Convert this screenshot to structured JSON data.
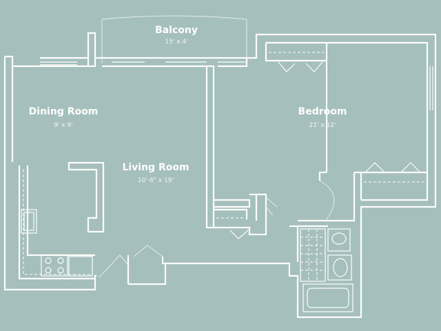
{
  "rooms": {
    "balcony": {
      "name": "Balcony",
      "dims": "15' x 4'"
    },
    "dining_room": {
      "name": "Dining Room",
      "dims": "9' x 9'"
    },
    "living_room": {
      "name": "Living Room",
      "dims": "10'-6\" x 19'"
    },
    "bedroom": {
      "name": "Bedroom",
      "dims": "21' x 12'"
    }
  }
}
